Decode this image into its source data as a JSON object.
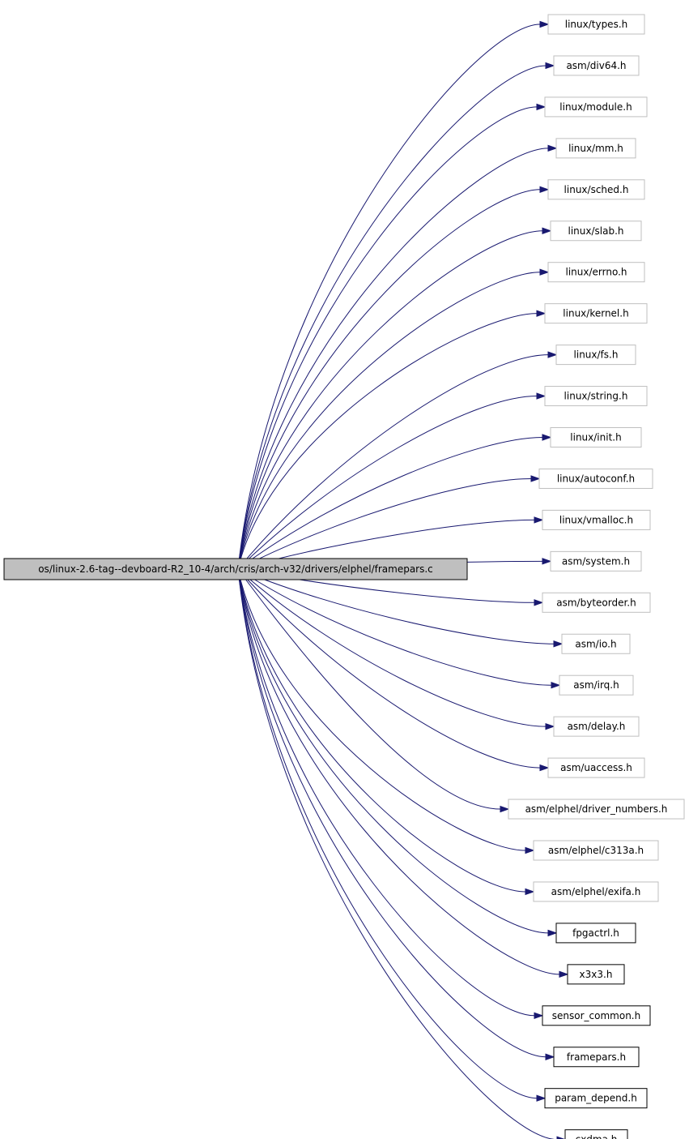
{
  "source": {
    "label": "os/linux-2.6-tag--devboard-R2_10-4/arch/cris/arch-v32/drivers/elphel/framepars.c"
  },
  "includes": [
    {
      "label": "linux/types.h",
      "documented": false
    },
    {
      "label": "asm/div64.h",
      "documented": false
    },
    {
      "label": "linux/module.h",
      "documented": false
    },
    {
      "label": "linux/mm.h",
      "documented": false
    },
    {
      "label": "linux/sched.h",
      "documented": false
    },
    {
      "label": "linux/slab.h",
      "documented": false
    },
    {
      "label": "linux/errno.h",
      "documented": false
    },
    {
      "label": "linux/kernel.h",
      "documented": false
    },
    {
      "label": "linux/fs.h",
      "documented": false
    },
    {
      "label": "linux/string.h",
      "documented": false
    },
    {
      "label": "linux/init.h",
      "documented": false
    },
    {
      "label": "linux/autoconf.h",
      "documented": false
    },
    {
      "label": "linux/vmalloc.h",
      "documented": false
    },
    {
      "label": "asm/system.h",
      "documented": false
    },
    {
      "label": "asm/byteorder.h",
      "documented": false
    },
    {
      "label": "asm/io.h",
      "documented": false
    },
    {
      "label": "asm/irq.h",
      "documented": false
    },
    {
      "label": "asm/delay.h",
      "documented": false
    },
    {
      "label": "asm/uaccess.h",
      "documented": false
    },
    {
      "label": "asm/elphel/driver_numbers.h",
      "documented": false
    },
    {
      "label": "asm/elphel/c313a.h",
      "documented": false
    },
    {
      "label": "asm/elphel/exifa.h",
      "documented": false
    },
    {
      "label": "fpgactrl.h",
      "documented": true
    },
    {
      "label": "x3x3.h",
      "documented": true
    },
    {
      "label": "sensor_common.h",
      "documented": true
    },
    {
      "label": "framepars.h",
      "documented": true
    },
    {
      "label": "param_depend.h",
      "documented": true
    },
    {
      "label": "cxdma.h",
      "documented": true
    }
  ],
  "colors": {
    "edge": "#191970",
    "source_fill": "#bfbfbf",
    "node_border_undocumented": "#bfbfbf",
    "node_border_documented": "#000000"
  }
}
